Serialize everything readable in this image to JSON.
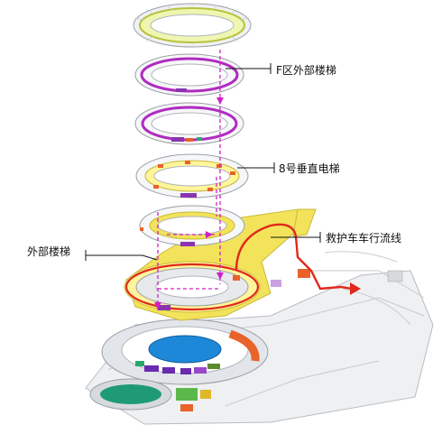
{
  "labels": {
    "f_zone_stairs": "F区外部楼梯",
    "elevator_8": "8号垂直电梯",
    "ambulance_route": "救护车车行流线",
    "external_stairs": "外部楼梯"
  },
  "colors": {
    "stair_path": "#d020c8",
    "ambulance_route": "#e0281c",
    "canopy": "#f2e35a",
    "pitch": "#1e88d8",
    "annotation_line": "#111111"
  }
}
